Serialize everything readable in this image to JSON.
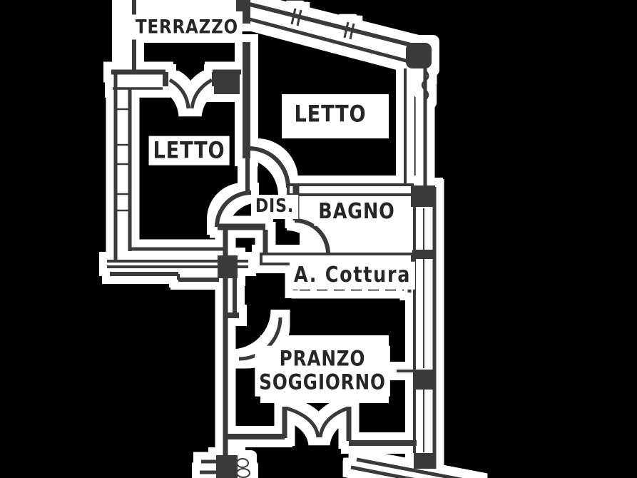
{
  "colors": {
    "background": "#000000",
    "walls": "#3a3a3a",
    "paper": "#ffffff",
    "text": "#262626"
  },
  "labels": {
    "terrazzo": "TERRAZZO",
    "letto_right": "LETTO",
    "letto_left": "LETTO",
    "dis": "DIS.",
    "bagno": "BAGNO",
    "cottura": "A. Cottura",
    "pranzo_line1": "PRANZO",
    "pranzo_line2": "SOGGIORNO"
  }
}
